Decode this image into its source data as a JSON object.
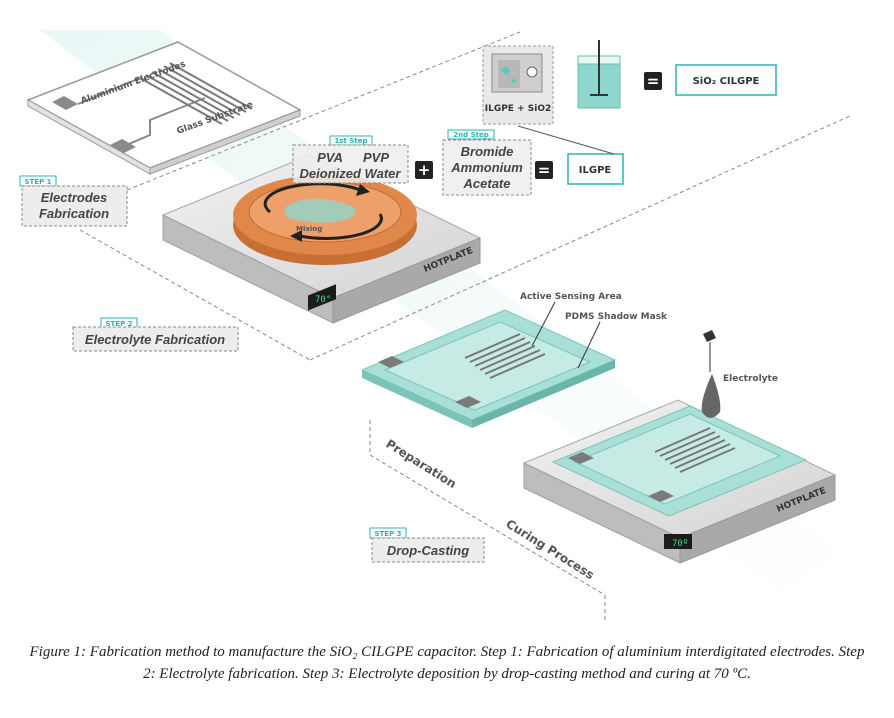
{
  "step1": {
    "tag": "STEP 1",
    "title_line1": "Electrodes",
    "title_line2": "Fabrication",
    "electrodes_label": "Aluminium Electrodes",
    "substrate_label": "Glass Substrate"
  },
  "step2": {
    "tag": "STEP 2",
    "title": "Electrolyte Fabrication",
    "first_step_tag": "1st Step",
    "reagent_a1": "PVA",
    "reagent_a2": "PVP",
    "reagent_a3": "Deionized Water",
    "plus": "+",
    "second_step_tag": "2nd Step",
    "reagent_b1": "Bromide",
    "reagent_b2": "Ammonium",
    "reagent_b3": "Acetate",
    "equals": "=",
    "result1": "ILGPE",
    "mix_box_label": "ILGPE + SiO2",
    "result2": "SiO₂ CILGPE",
    "mixing_label": "Mixing",
    "hotplate_label": "HOTPLATE",
    "hotplate_display": "70°"
  },
  "step3": {
    "tag": "STEP 3",
    "title": "Drop-Casting",
    "active_area_label": "Active Sensing Area",
    "mask_label": "PDMS Shadow Mask",
    "electrolyte_label": "Electrolyte",
    "preparation_label": "Preparation",
    "curing_label": "Curing Process",
    "hotplate_label": "HOTPLATE",
    "hotplate_display": "70º"
  },
  "caption": "Figure 1: Fabrication method to manufacture the SiO₂ CILGPE capacitor. Step 1: Fabrication of aluminium interdigitated electrodes. Step 2: Electrolyte fabrication. Step 3: Electrolyte deposition by drop-casting method and curing at 70 ºC.",
  "colors": {
    "accent_teal": "#2bb5b0",
    "electrolyte_teal": "#8fd6cc",
    "hotplate_grey": "#d9d9d9",
    "dish_orange": "#e0884a"
  }
}
